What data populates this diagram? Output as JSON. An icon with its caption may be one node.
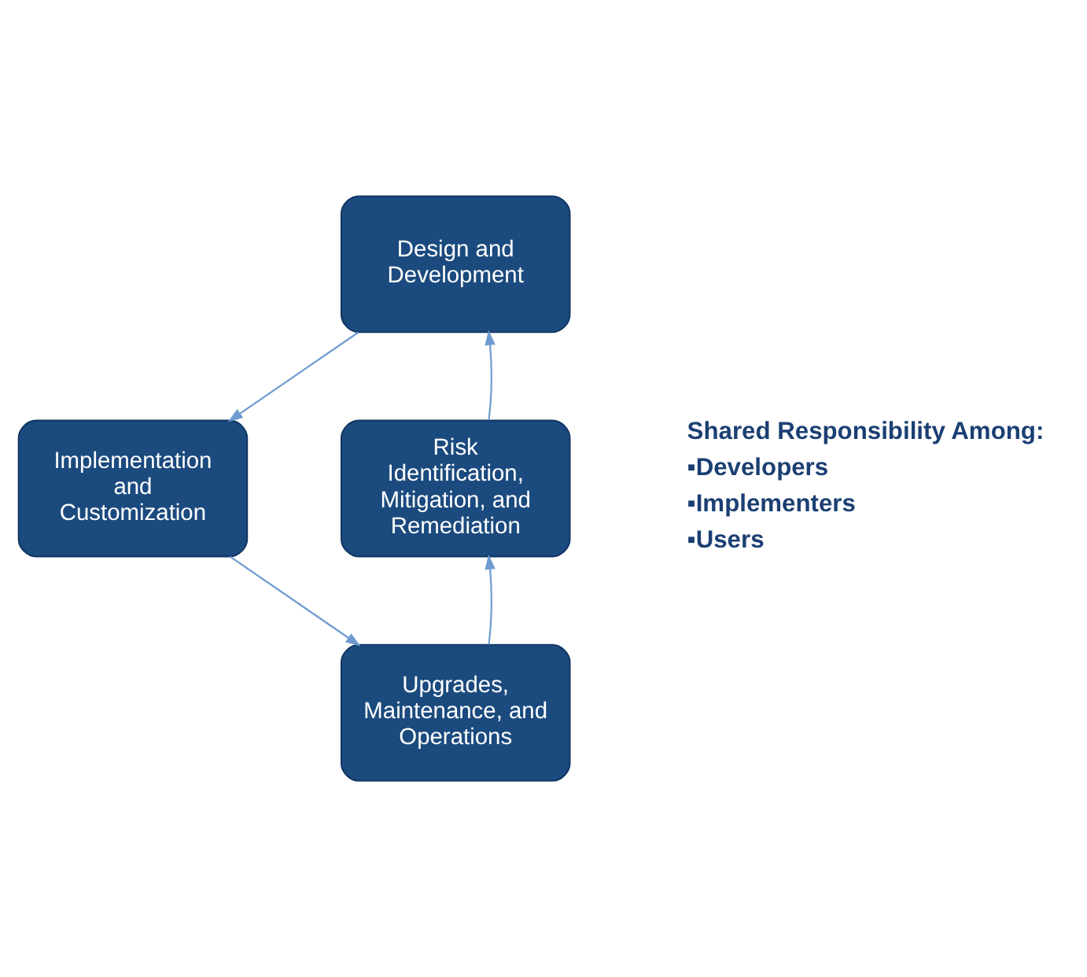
{
  "diagram": {
    "nodes": [
      {
        "text": [
          "Design and Development"
        ]
      },
      {
        "text": [
          "Implementation and Customization"
        ]
      },
      {
        "text": [
          "Upgrades, Maintenance, and Operations"
        ]
      },
      {
        "text": [
          "Risk Identification, Mitigation, and Remediation"
        ]
      }
    ],
    "edges": [
      {
        "from": 0,
        "to": 1,
        "arrow": "to"
      },
      {
        "from": 1,
        "to": 2,
        "arrow": "to"
      },
      {
        "from": 2,
        "to": 3,
        "arrow": "to"
      },
      {
        "from": 3,
        "to": 0,
        "arrow": "to"
      }
    ],
    "labels": [
      "Shared Responsibility Among:",
      "▪Developers",
      "▪Implementers",
      "▪Users"
    ]
  }
}
